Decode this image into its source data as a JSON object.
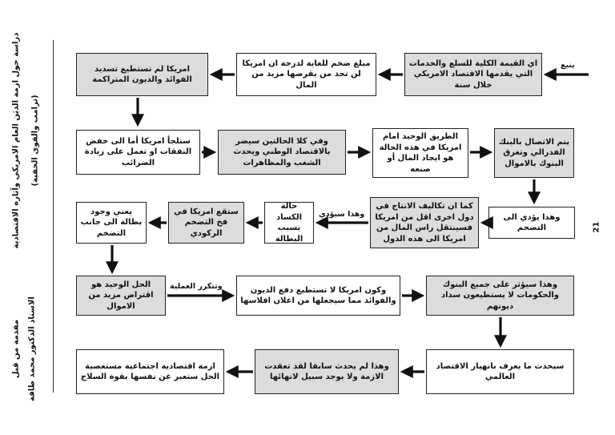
{
  "sidebar": {
    "title_line1": "دراسة حول ازمة الديَن العام الامريكي وآثاره الاقتصادية",
    "title_line2": "(ترامب والقوى الخفية)",
    "author_line1": "مقدمة من قبل",
    "author_line2": "الاستاذ الدكتور محمد طاقة"
  },
  "page_number": "21",
  "flow": {
    "start_label": "ينبع",
    "r1": {
      "b1": "اي القيمة الكلية للسلع والخدمات التي يقدمها الاقتصاد الامريكي خلال سنة",
      "b2": "مبلغ ضخم للغاية لدرجة ان امريكا لن تجد من يقرضها مزيد من المال",
      "b3": "امريكا لم تستطيع تسديد الفوائد والديون المتراكمة"
    },
    "r2": {
      "b1": "يتم الاتصال بالبنك الفدرالي وتغرق البنوك بالاموال",
      "b2": "الطريق الوحيد امام امريكا في هذه الحالة هو ايجاد المال أو صنعه",
      "b3": "وفي كلا الحالتين سيضر بالاقتصاد الوطني ويحدث الشغب والمظاهرات",
      "b4": "ستلجأ امريكا أما الى خفض النفقات او تعمل على زيادة الضرائب"
    },
    "r3": {
      "b1": "وهذا يؤدي الى التضخم",
      "b2": "كما ان تكاليف الانتاج في دول اخرى اقل من امريكا فسينتقل راس المال من امريكا الى هذه الدول",
      "label1": "وهذا سيؤدي",
      "b3": "حالة الكساد بسبب البطالة",
      "b4": "ستقع امريكا في فخ التضخم الركودي",
      "b5": "يعني وجود بطالة الى جانب التضخم"
    },
    "r4": {
      "b1": "وهذا سيؤثر على جميع البنوك والحكومات لا يستطيعون سداد ديونهم",
      "b2": "وكون امريكا لا تستطيع دفع الديون والفوائد مما سيجعلها من اعلان افلاسها",
      "label1": "وتتكرر العملية",
      "b3": "الحل الوحيد هو اقتراض مزيد من الاموال"
    },
    "r5": {
      "b1": "سيحدث ما يعرف بانهيار الاقتصاد العالمي",
      "b2": "وهذا لم يحدث سابقا لقد تعقدت الازمة ولا يوجد سبيل لانهائها",
      "b3": "ازمة اقتصادية اجتماعية مستعصية الحل ستعبر عن نفسها بقوة السلاح"
    }
  }
}
